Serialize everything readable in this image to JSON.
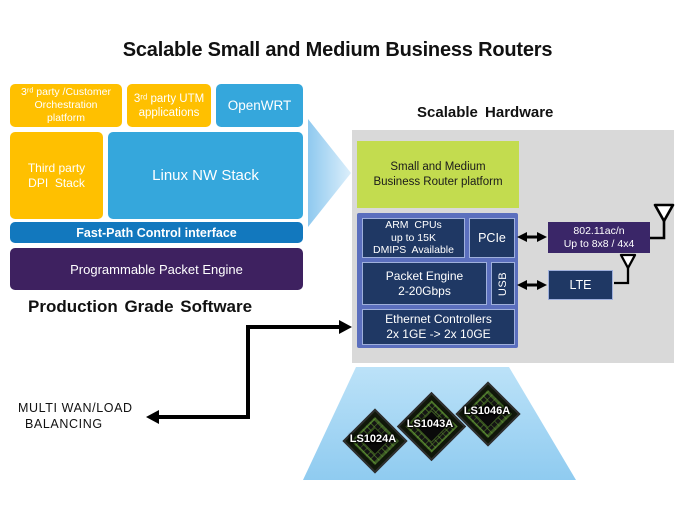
{
  "title": "Scalable Small and Medium Business Routers",
  "software": {
    "heading": "Production  Grade  Software",
    "orchestration": [
      "3ʳᵈ party /Customer",
      "Orchestration",
      "platform"
    ],
    "utm": [
      "3ʳᵈ party UTM",
      "applications"
    ],
    "openwrt": "OpenWRT",
    "dpi": [
      "Third party",
      "DPI  Stack"
    ],
    "linux": "Linux NW Stack",
    "fastpath": "Fast-Path Control interface",
    "packet_engine": "Programmable Packet Engine"
  },
  "hardware": {
    "heading": "Scalable  Hardware",
    "platform": [
      "Small and Medium",
      "Business Router platform"
    ],
    "arm": [
      "ARM  CPUs",
      "up to 15K",
      "DMIPS  Available"
    ],
    "pcie": "PCIe",
    "packet_engine": [
      "Packet Engine",
      "2-20Gbps"
    ],
    "usb": "USB",
    "ethernet": [
      "Ethernet Controllers",
      "2x 1GE -> 2x 10GE"
    ],
    "wifi": [
      "802.11ac/n",
      "Up to 8x8 / 4x4"
    ],
    "lte": "LTE"
  },
  "chips": [
    "LS1024A",
    "LS1043A",
    "LS1046A"
  ],
  "annotation": [
    "MULTI WAN/LOAD",
    "BALANCING"
  ],
  "colors": {
    "orange": "#FFC000",
    "light_blue": "#35A7DC",
    "fastpath_blue": "#1278BE",
    "purple": "#3E2160",
    "navy": "#1F3864",
    "periwinkle": "#5B6FBE",
    "wifi_purple": "#3A2668",
    "lime_green": "#C3DC4F",
    "hardware_gray": "#D9D9D9",
    "trapezoid_blue": "#9AD1F2"
  }
}
